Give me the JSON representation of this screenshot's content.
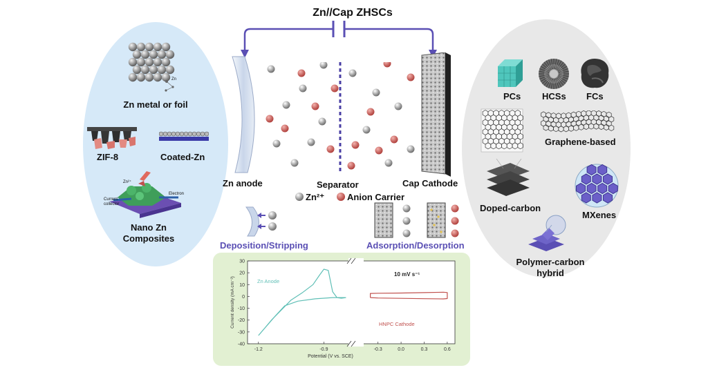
{
  "title": "Zn//Cap ZHSCs",
  "left_panel": {
    "zn_metal": "Zn metal or foil",
    "zn_small": "Zn",
    "zif8": "ZIF-8",
    "coated": "Coated-Zn",
    "nano_line1": "Nano Zn",
    "nano_line2": "Composites",
    "current_collector_1": "Current",
    "current_collector_2": "collector",
    "electron": "Electron",
    "zn2_small": "Zn²⁺"
  },
  "center": {
    "zn_anode": "Zn anode",
    "separator": "Separator",
    "cap_cathode": "Cap Cathode",
    "zn2_legend": "Zn²⁺",
    "anion_legend": "Anion Carrier",
    "deposition": "Deposition/Stripping",
    "adsorption": "Adsorption/Desorption"
  },
  "right_panel": {
    "pcs": "PCs",
    "hcss": "HCSs",
    "fcs": "FCs",
    "graphene": "Graphene-based",
    "doped": "Doped-carbon",
    "mxenes": "MXenes",
    "polymer_line1": "Polymer-carbon",
    "polymer_line2": "hybrid"
  },
  "colors": {
    "circuit": "#5a4fb4",
    "left_ellipse": "#d6e9f8",
    "right_ellipse": "#e8e8e8",
    "chart_panel": "#e2f0d2",
    "zn_ion": "#8a8a8a",
    "anion": "#c0504d",
    "zn_curve": "#5fbfb6",
    "cathode_curve": "#c0504d"
  },
  "chart_data": {
    "type": "line",
    "ylabel": "Current density (mA cm⁻²)",
    "xlabel": "Potential (V vs. SCE)",
    "ylim": [
      -40,
      30
    ],
    "yticks": [
      -40,
      -30,
      -20,
      -10,
      0,
      10,
      20,
      30
    ],
    "broken_x_axis": true,
    "x_segments": [
      {
        "xlim": [
          -1.25,
          -0.8
        ],
        "ticks": [
          -1.2,
          -0.9
        ]
      },
      {
        "xlim": [
          -0.45,
          0.7
        ],
        "ticks": [
          -0.3,
          0.0,
          0.3,
          0.6
        ]
      }
    ],
    "annotation": "10 mV s⁻¹",
    "series": [
      {
        "name": "Zn Anode",
        "segment": 0,
        "x": [
          -1.2,
          -1.13,
          -1.05,
          -1.0,
          -0.95,
          -0.92,
          -0.9,
          -0.88,
          -0.86,
          -0.84,
          -0.82,
          -0.8,
          -0.86,
          -0.94,
          -1.02,
          -1.08,
          -1.14,
          -1.2
        ],
        "y": [
          -33,
          -18,
          -3,
          3,
          10,
          18,
          23,
          22,
          4,
          -1,
          -1.5,
          -1,
          -1,
          -2,
          -4,
          -8,
          -20,
          -33
        ]
      },
      {
        "name": "HNPC Cathode",
        "segment": 1,
        "x": [
          -0.4,
          -0.3,
          0.0,
          0.3,
          0.55,
          0.6,
          0.6,
          0.55,
          0.3,
          0.0,
          -0.3,
          -0.4,
          -0.4
        ],
        "y": [
          -1,
          -1.3,
          -1.6,
          -1.9,
          -2.1,
          -1.8,
          3.3,
          3.6,
          3.2,
          2.9,
          2.7,
          2.5,
          -1
        ]
      }
    ]
  }
}
